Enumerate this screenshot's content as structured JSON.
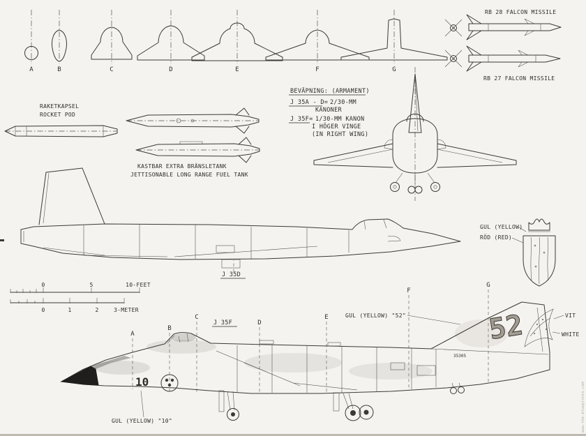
{
  "watermark": "www.the-blueprints.com",
  "cross_sections": {
    "labels": [
      "A",
      "B",
      "C",
      "D",
      "E",
      "F",
      "G"
    ]
  },
  "lower_sections": {
    "labels": [
      "A",
      "B",
      "C",
      "D",
      "E",
      "F",
      "G"
    ]
  },
  "rb28": {
    "label": "RB 28 FALCON MISSILE"
  },
  "rb27": {
    "label": "RB 27 FALCON MISSILE"
  },
  "rocket_pod": {
    "sv": "RAKETKAPSEL",
    "en": "ROCKET POD"
  },
  "fuel_tank": {
    "sv": "KASTBAR EXTRA BRÄNSLETANK",
    "en": "JETTISONABLE LONG RANGE FUEL TANK"
  },
  "armament": {
    "title": "BEVÄPNING: (ARMAMENT)",
    "line1_model": "J 35A - D=",
    "line1_rest": "2/30-MM",
    "line2": "KANONER",
    "line3_model": "J 35F=",
    "line3_rest": "1/30-MM KANON",
    "line4": "I HÖGER VINGE",
    "line5": "(IN RIGHT WING)"
  },
  "variants": {
    "upper": "J 35D",
    "lower": "J 35F"
  },
  "crest": {
    "yellow": "GUL (YELLOW)",
    "red": "RÖD (RED)"
  },
  "fin": {
    "yellow52": "GUL (YELLOW) \"52\"",
    "vit": "VIT",
    "white": "WHITE"
  },
  "nose": {
    "yellow10": "GUL (YELLOW) \"10\""
  },
  "markings": {
    "tail": "52",
    "nose": "10",
    "serial": "35305"
  },
  "scale_feet": {
    "t0": "0",
    "t1": "5",
    "t2": "10-FEET"
  },
  "scale_meter": {
    "t0": "0",
    "t1": "1",
    "t2": "2",
    "t3": "3-METER"
  }
}
